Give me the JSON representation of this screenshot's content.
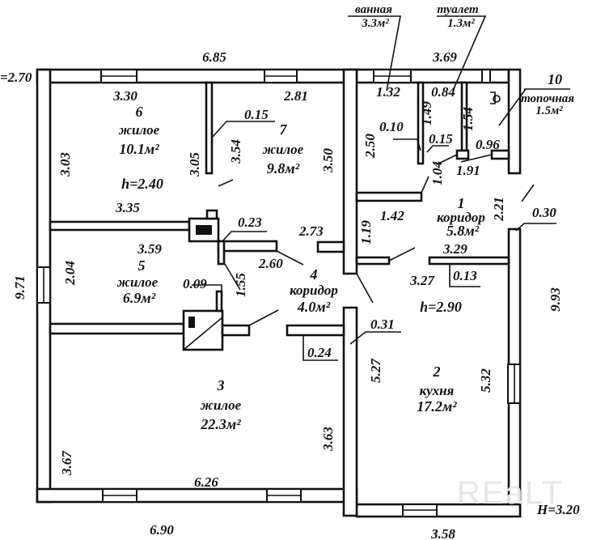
{
  "plan": {
    "rooms": [
      {
        "number": "1",
        "name": "коридор",
        "area": "5.8м²"
      },
      {
        "number": "2",
        "name": "кухня",
        "area": "17.2м²"
      },
      {
        "number": "3",
        "name": "жилое",
        "area": "22.3м²"
      },
      {
        "number": "4",
        "name": "коридор",
        "area": "4.0м²"
      },
      {
        "number": "5",
        "name": "жилое",
        "area": "6.9м²"
      },
      {
        "number": "6",
        "name": "жилое",
        "area": "10.1м²"
      },
      {
        "number": "7",
        "name": "жилое",
        "area": "9.8м²"
      },
      {
        "number": "10",
        "name": "топочная",
        "area": "1.5м²"
      }
    ],
    "callouts": {
      "bath_name": "ванная",
      "bath_area": "3.3м²",
      "toilet_name": "туалет",
      "toilet_area": "1.3м²"
    },
    "heights": {
      "left_top": "=2.70",
      "room6": "h=2.40",
      "right": "h=2.90",
      "bottom_right": "H=3.20"
    },
    "dimensions": {
      "top_left_outer": "6.85",
      "top_right_outer": "3.69",
      "bottom_left_outer": "6.90",
      "bottom_right_outer": "3.58",
      "left_outer": "9.71",
      "right_outer": "9.93",
      "r6_top": "3.30",
      "r6_left": "3.03",
      "r6_right": "3.05",
      "r6_bottom": "3.35",
      "r7_top": "2.81",
      "r7_left": "3.54",
      "r7_right": "3.50",
      "wall_6_7": "0.15",
      "r5_top": "3.59",
      "r5_left": "2.04",
      "r5_wall": "0.09",
      "wall_023": "0.23",
      "r4_260": "2.60",
      "r4_155": "1.55",
      "r4_273": "2.73",
      "r3_left": "3.67",
      "r3_right": "3.63",
      "r3_bottom": "6.26",
      "wall_024": "0.24",
      "wall_031": "0.31",
      "r2_left": "5.27",
      "r2_right": "5.32",
      "r2_top": "3.27",
      "bath_top": "1.32",
      "bath_left": "2.50",
      "bath_wall": "0.10",
      "toilet_top": "0.84",
      "toilet_left": "1.49",
      "toilet_right": "1.54",
      "toilet_wall": "0.15",
      "boiler_096": "0.96",
      "boiler_191": "1.91",
      "door_104": "1.04",
      "r1_142": "1.42",
      "r1_119": "1.19",
      "r1_221": "2.21",
      "r1_329": "3.29",
      "wall_013": "0.13",
      "wall_030": "0.30"
    },
    "watermark": "REaLT"
  }
}
